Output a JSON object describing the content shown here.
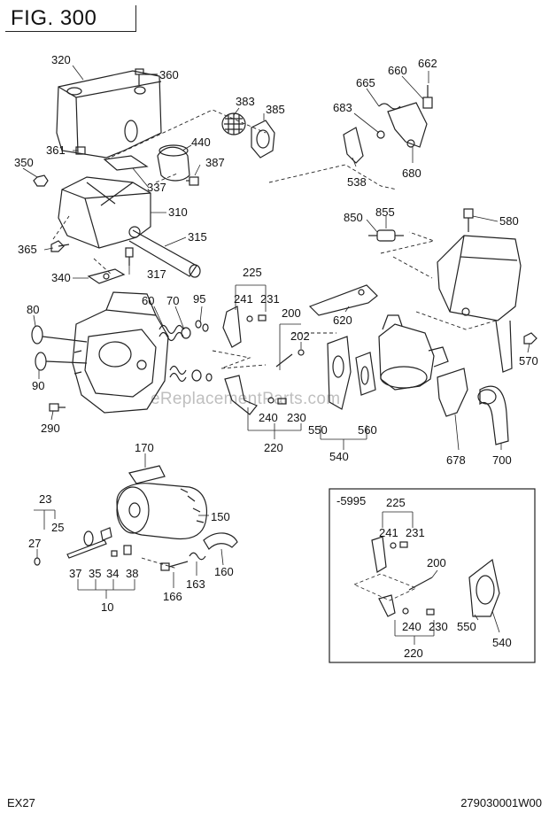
{
  "header": {
    "figure_title": "FIG. 300"
  },
  "footer": {
    "model": "EX27",
    "code": "279030001W00"
  },
  "watermark": "eReplacementParts.com",
  "inset": {
    "label": "-5995"
  },
  "callouts": {
    "p320": "320",
    "p360": "360",
    "p383": "383",
    "p385": "385",
    "p440": "440",
    "p387": "387",
    "p361": "361",
    "p337": "337",
    "p350": "350",
    "p310": "310",
    "p315": "315",
    "p365": "365",
    "p317": "317",
    "p340": "340",
    "p665": "665",
    "p660": "660",
    "p662": "662",
    "p683": "683",
    "p538": "538",
    "p680": "680",
    "p850": "850",
    "p855": "855",
    "p580": "580",
    "p570": "570",
    "p225": "225",
    "p241": "241",
    "p231": "231",
    "p60": "60",
    "p70": "70",
    "p95": "95",
    "p80": "80",
    "p90": "90",
    "p290": "290",
    "p200": "200",
    "p202": "202",
    "p620": "620",
    "p240": "240",
    "p230": "230",
    "p220": "220",
    "p550": "550",
    "p560": "560",
    "p540": "540",
    "p678": "678",
    "p700": "700",
    "p170": "170",
    "p150": "150",
    "p23": "23",
    "p25": "25",
    "p27": "27",
    "p37": "37",
    "p35": "35",
    "p34": "34",
    "p38": "38",
    "p10": "10",
    "p166": "166",
    "p163": "163",
    "p160": "160",
    "i225": "225",
    "i241": "241",
    "i231": "231",
    "i200": "200",
    "i240": "240",
    "i230": "230",
    "i220": "220",
    "i550": "550",
    "i540": "540"
  }
}
